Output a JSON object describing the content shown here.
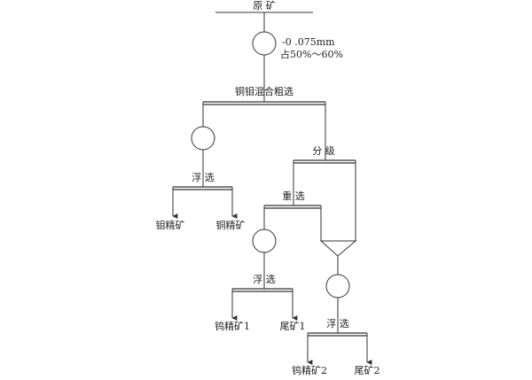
{
  "labels": {
    "ore": "原 矿",
    "grind_size": "-0 .075mm",
    "grind_percent": "占50%～60%",
    "bulk_roughing": "铜钼混合粗选",
    "classification": "分 级",
    "flotation_1": "浮 选",
    "molybdenum_concentrate": "钼精矿",
    "copper_concentrate": "铜精矿",
    "gravity_separation": "重 选",
    "flotation_2": "浮 选",
    "tungsten_concentrate_1": "钨精矿1",
    "tailings_1": "尾矿1",
    "flotation_3": "浮 选",
    "tungsten_concentrate_2": "钨精矿2",
    "tailings_2": "尾矿2"
  }
}
